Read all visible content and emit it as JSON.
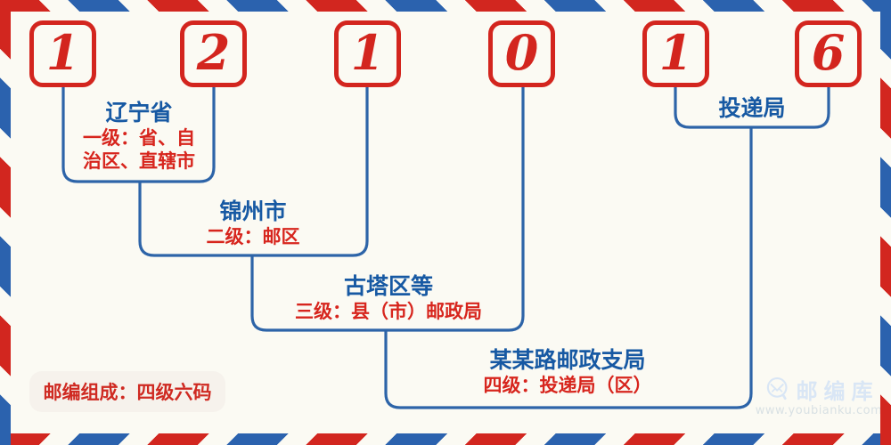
{
  "postal": {
    "digits": [
      "1",
      "2",
      "1",
      "0",
      "1",
      "6"
    ]
  },
  "levels": [
    {
      "name": "辽宁省",
      "desc1": "一级：省、自",
      "desc2": "治区、直辖市"
    },
    {
      "name": "锦州市",
      "desc1": "二级：邮区"
    },
    {
      "name": "古塔区等",
      "desc1": "三级：县（市）邮政局"
    },
    {
      "name": "某某路邮政支局",
      "desc1": "四级：投递局（区）"
    },
    {
      "name": "投递局"
    }
  ],
  "footer": {
    "note": "邮编组成：四级六码"
  },
  "brand": {
    "name": "邮编库",
    "url": "www.youbianku.com",
    "icon": "envelope-magnifier-icon"
  },
  "colors": {
    "stripe_red": "#d2261f",
    "stripe_blue": "#2b62ae",
    "line_blue": "#2d64a8",
    "title_blue": "#1759a3",
    "text_red": "#d7251d",
    "digit_red": "#d3251e",
    "background": "#fbfaf3"
  }
}
